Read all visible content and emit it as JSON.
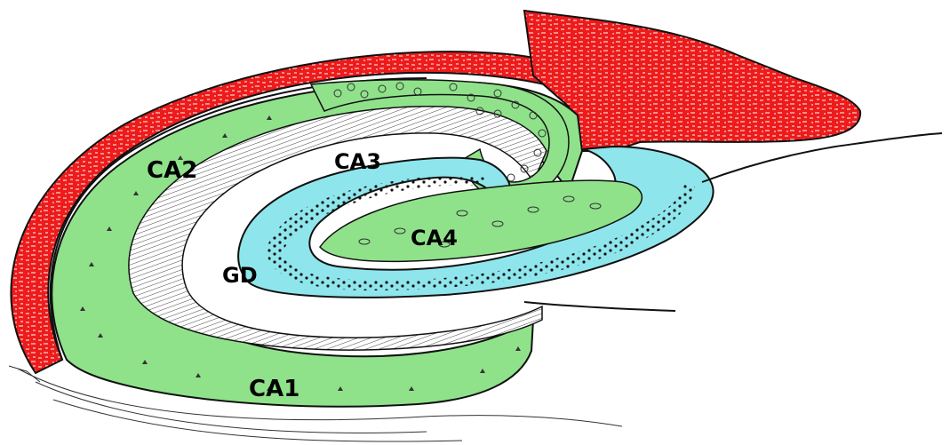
{
  "labels": {
    "ca1": "CA1",
    "ca2": "CA2",
    "ca3": "CA3",
    "ca4": "CA4",
    "gd": "GD"
  },
  "colors": {
    "cornu_ammonis": "#8fe28a",
    "dentate_gyrus": "#8ee6ec",
    "fimbria": "#ee1b1b",
    "outline": "#111111",
    "background": "#ffffff"
  }
}
